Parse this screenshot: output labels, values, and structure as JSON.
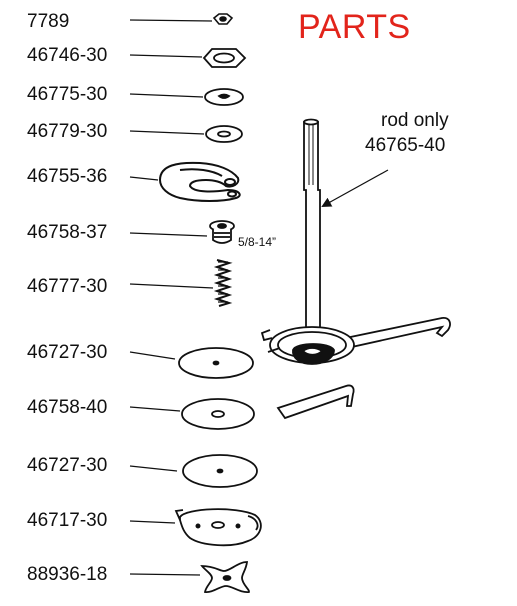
{
  "title": "PARTS",
  "title_color": "#e2241b",
  "parts": [
    {
      "number": "7789",
      "icon": "small-nut-icon"
    },
    {
      "number": "46746-30",
      "icon": "hex-nut-icon"
    },
    {
      "number": "46775-30",
      "icon": "washer-icon"
    },
    {
      "number": "46779-30",
      "icon": "lock-washer-icon"
    },
    {
      "number": "46755-36",
      "icon": "clevis-clip-icon"
    },
    {
      "number": "46758-37",
      "icon": "threaded-bushing-icon"
    },
    {
      "number": "46777-30",
      "icon": "spring-icon"
    },
    {
      "number": "46727-30",
      "icon": "flat-disc-icon"
    },
    {
      "number": "46758-40",
      "icon": "disc-with-arm-icon"
    },
    {
      "number": "46727-30",
      "icon": "flat-disc-icon"
    },
    {
      "number": "46717-30",
      "icon": "hooked-disc-icon"
    },
    {
      "number": "88936-18",
      "icon": "four-point-star-icon"
    }
  ],
  "rod": {
    "label_line1": "rod only",
    "label_line2": "46765-40"
  },
  "thread_size": "5/8-14”"
}
